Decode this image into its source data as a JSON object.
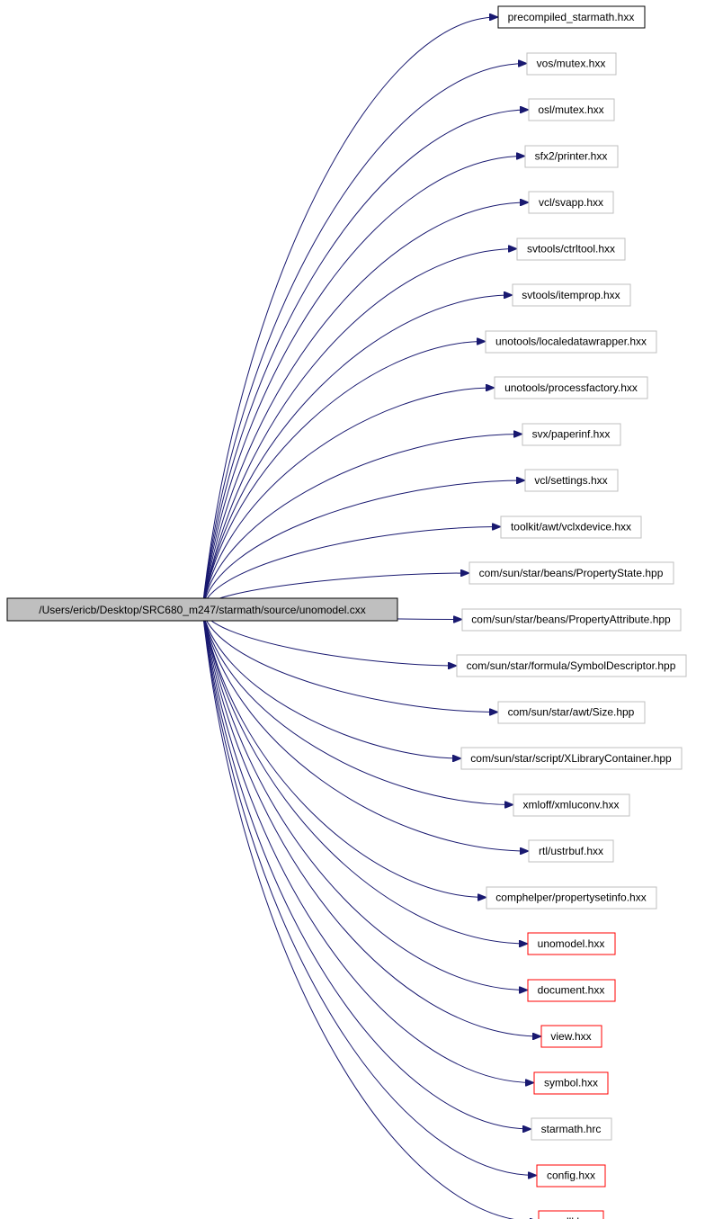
{
  "source": {
    "label": "/Users/ericb/Desktop/SRC680_m247/starmath/source/unomodel.cxx",
    "fill": "#bfbfbf",
    "border": "#000000"
  },
  "edge_color": "#191970",
  "border_styles": {
    "documented": "#000000",
    "plain": "#bfbfbf",
    "has_graph": "#ff0000"
  },
  "targets": [
    {
      "label": "precompiled_starmath.hxx",
      "style": "documented"
    },
    {
      "label": "vos/mutex.hxx",
      "style": "plain"
    },
    {
      "label": "osl/mutex.hxx",
      "style": "plain"
    },
    {
      "label": "sfx2/printer.hxx",
      "style": "plain"
    },
    {
      "label": "vcl/svapp.hxx",
      "style": "plain"
    },
    {
      "label": "svtools/ctrltool.hxx",
      "style": "plain"
    },
    {
      "label": "svtools/itemprop.hxx",
      "style": "plain"
    },
    {
      "label": "unotools/localedatawrapper.hxx",
      "style": "plain"
    },
    {
      "label": "unotools/processfactory.hxx",
      "style": "plain"
    },
    {
      "label": "svx/paperinf.hxx",
      "style": "plain"
    },
    {
      "label": "vcl/settings.hxx",
      "style": "plain"
    },
    {
      "label": "toolkit/awt/vclxdevice.hxx",
      "style": "plain"
    },
    {
      "label": "com/sun/star/beans/PropertyState.hpp",
      "style": "plain"
    },
    {
      "label": "com/sun/star/beans/PropertyAttribute.hpp",
      "style": "plain"
    },
    {
      "label": "com/sun/star/formula/SymbolDescriptor.hpp",
      "style": "plain"
    },
    {
      "label": "com/sun/star/awt/Size.hpp",
      "style": "plain"
    },
    {
      "label": "com/sun/star/script/XLibraryContainer.hpp",
      "style": "plain"
    },
    {
      "label": "xmloff/xmluconv.hxx",
      "style": "plain"
    },
    {
      "label": "rtl/ustrbuf.hxx",
      "style": "plain"
    },
    {
      "label": "comphelper/propertysetinfo.hxx",
      "style": "plain"
    },
    {
      "label": "unomodel.hxx",
      "style": "has_graph"
    },
    {
      "label": "document.hxx",
      "style": "has_graph"
    },
    {
      "label": "view.hxx",
      "style": "has_graph"
    },
    {
      "label": "symbol.hxx",
      "style": "has_graph"
    },
    {
      "label": "starmath.hrc",
      "style": "plain"
    },
    {
      "label": "config.hxx",
      "style": "has_graph"
    },
    {
      "label": "smdll.hxx",
      "style": "has_graph"
    }
  ]
}
